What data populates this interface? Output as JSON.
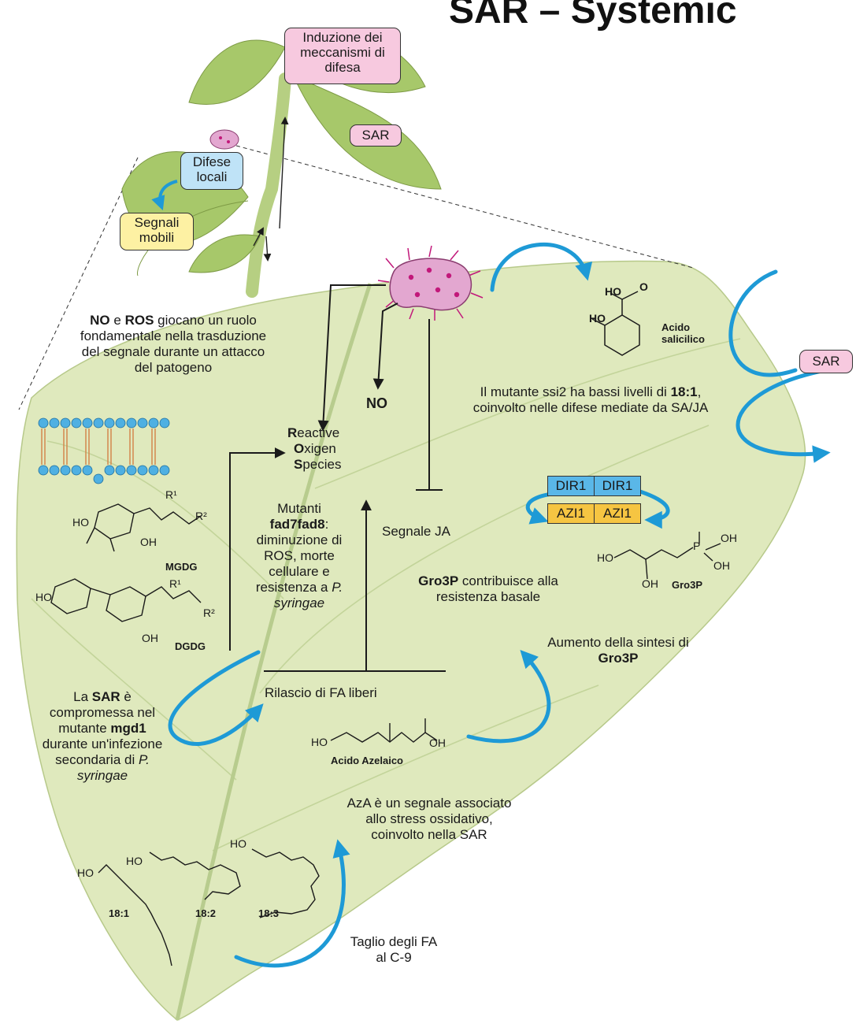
{
  "title": "SAR – Systemic",
  "plant_boxes": {
    "induction": "Induzione dei meccanismi di difesa",
    "sar_top": "SAR",
    "local_defense": "Difese locali",
    "mobile_signals": "Segnali mobili",
    "sar_right": "SAR"
  },
  "texts": {
    "no_ros_1": "NO",
    "no_ros_2": "e",
    "no_ros_3": "ROS",
    "no_ros_4": "giocano un ruolo fondamentale nella trasduzione del segnale durante un attacco del patogeno",
    "no": "NO",
    "ros_r": "R",
    "ros_r_rest": "eactive",
    "ros_o": "O",
    "ros_o_rest": "xigen",
    "ros_s": "S",
    "ros_s_rest": "pecies",
    "ssi2_1": "Il mutante ssi2 ha bassi livelli di",
    "ssi2_2": "18:1",
    "ssi2_3": ", coinvolto nelle difese mediate da SA/JA",
    "fad_1": "Mutanti",
    "fad_2": "fad7fad8",
    "fad_3": ": diminuzione di ROS, morte cellulare e resistenza a",
    "fad_4": "P. syringae",
    "ja": "Segnale JA",
    "gro3p_1": "Gro3P",
    "gro3p_2": "contribuisce alla resistenza basale",
    "increase_1": "Aumento della sintesi di",
    "increase_2": "Gro3P",
    "release": "Rilascio di FA liberi",
    "sar_comp_1": "La",
    "sar_comp_2": "SAR",
    "sar_comp_3": "è compromessa nel mutante",
    "sar_comp_4": "mgd1",
    "sar_comp_5": "durante un'infezione secondaria di",
    "sar_comp_6": "P. syringae",
    "aza": "AzA è un segnale associato allo stress ossidativo, coinvolto nella SAR",
    "cut": "Taglio degli FA al C-9"
  },
  "chem_labels": {
    "salicylic": "Acido salicilico",
    "azelaic": "Acido Azelaico",
    "mgdg": "MGDG",
    "dgdg": "DGDG",
    "gro3p": "Gro3P",
    "fa1": "18:1",
    "fa2": "18:2",
    "fa3": "18:3",
    "ho": "HO",
    "oh": "OH",
    "o": "O",
    "p": "P",
    "r1": "R¹",
    "r2": "R²"
  },
  "complex": {
    "dir1_left": "DIR1",
    "dir1_right": "DIR1",
    "azi1_left": "AZI1",
    "azi1_right": "AZI1"
  },
  "colors": {
    "leaf": "#dfe9bd",
    "plant_leaf": "#a7c86a",
    "arrow_blue": "#1e9ad6",
    "pink": "#f7c9df",
    "light_blue": "#bfe3f7",
    "yellow": "#fdf1a3",
    "dir": "#5ab7e8",
    "azi": "#f6c542",
    "pathogen": "#e3a7d0",
    "pathogen_dot": "#c2187a"
  }
}
